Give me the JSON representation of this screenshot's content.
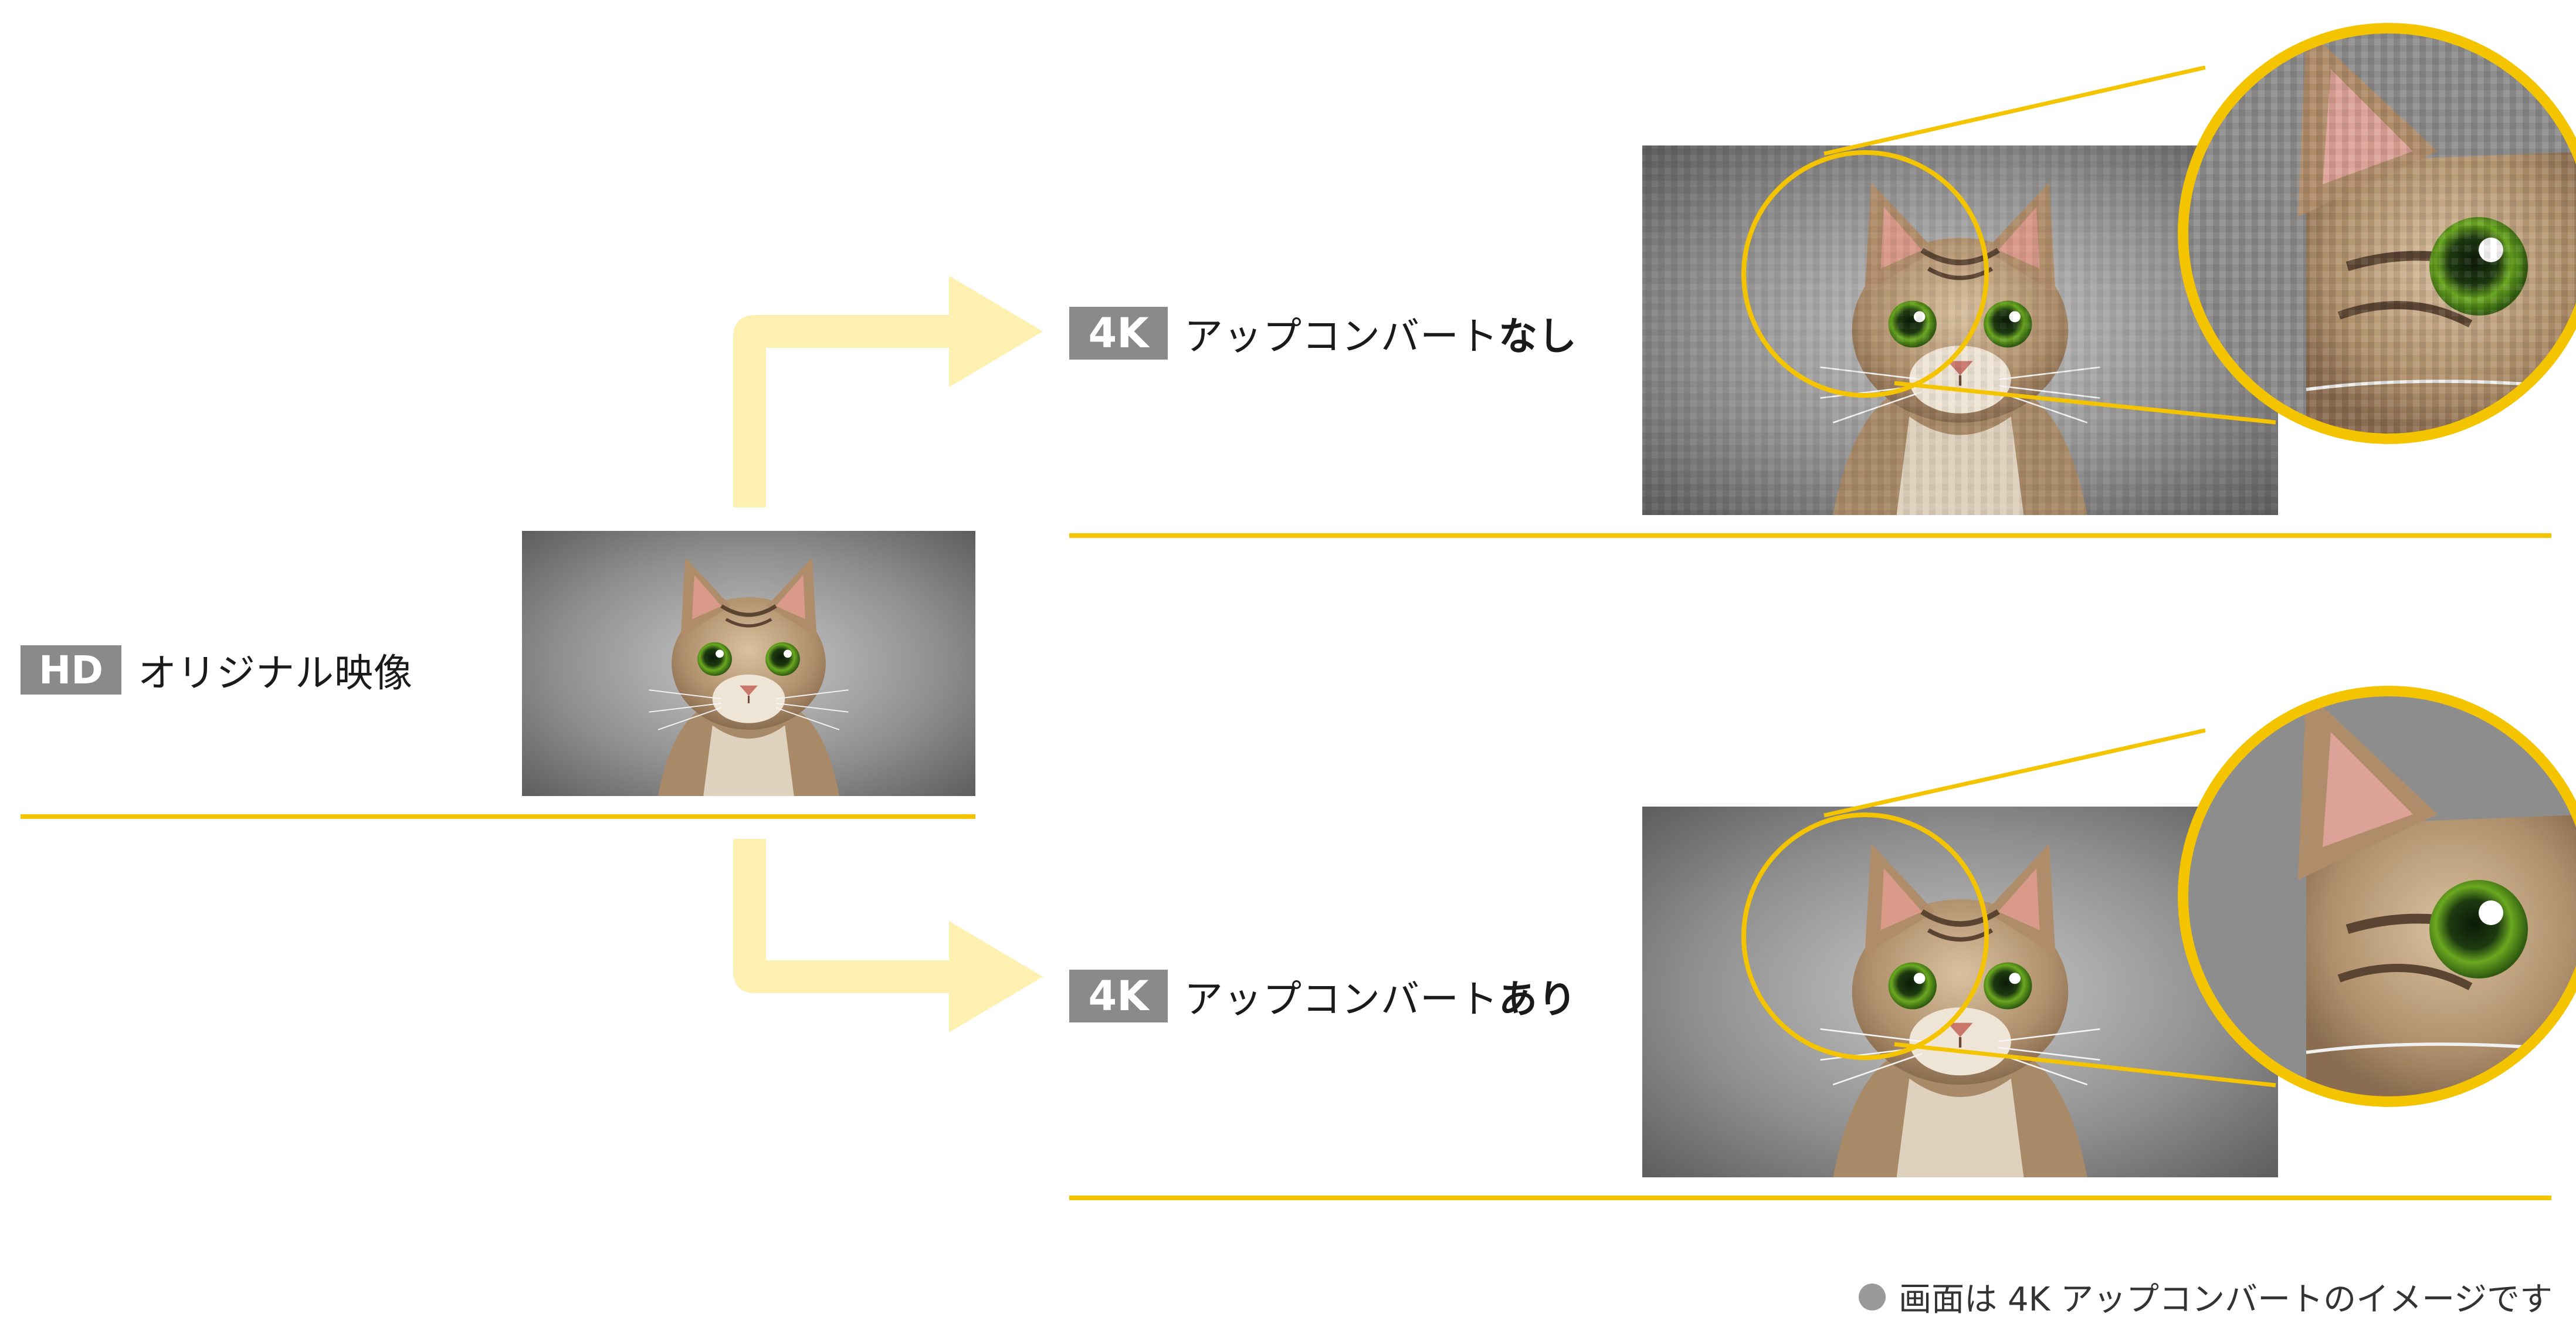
{
  "hd": {
    "badge": "HD",
    "label": "オリジナル映像"
  },
  "without": {
    "badge": "4K",
    "label_main": "アップコンバート",
    "label_bold": "なし"
  },
  "with": {
    "badge": "4K",
    "label_main": "アップコンバート",
    "label_bold": "あり"
  },
  "footnote": "画面は 4K アップコンバートのイメージです",
  "colors": {
    "accent_yellow": "#f5c400",
    "arrow_yellow": "#fdf0b0",
    "badge_gray": "#8a8a8a",
    "photo_background": "#8c8c8c",
    "footnote_dot": "#9a9a9a"
  },
  "icons": {
    "arrows": "arrow-right-icon",
    "bullet": "dot-icon"
  }
}
